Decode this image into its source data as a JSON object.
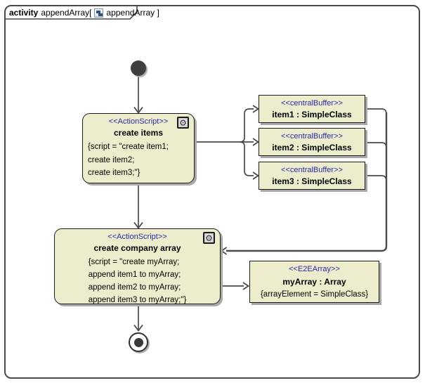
{
  "frame": {
    "keyword": "activity",
    "name": "appendArray[",
    "diagram_ref": "appendArray ]"
  },
  "nodes": {
    "create_items": {
      "stereotype": "<<ActionScript>>",
      "name": "create items",
      "script": [
        "{script = \"create item1;",
        "create item2;",
        "create item3;\"}"
      ]
    },
    "create_company_array": {
      "stereotype": "<<ActionScript>>",
      "name": "create company array",
      "script": [
        "{script = \"create myArray;",
        "append item1 to myArray;",
        "append item2 to myArray;",
        "append item3 to myArray;\"}"
      ]
    },
    "buffers": [
      {
        "stereotype": "<<centralBuffer>>",
        "name": "item1 : SimpleClass"
      },
      {
        "stereotype": "<<centralBuffer>>",
        "name": "item2 : SimpleClass"
      },
      {
        "stereotype": "<<centralBuffer>>",
        "name": "item3 : SimpleClass"
      }
    ],
    "my_array": {
      "stereotype": "<<E2EArray>>",
      "name": "myArray : Array",
      "constraint": "{arrayElement = SimpleClass}"
    }
  },
  "connections": [
    {
      "from": "initial-node",
      "to": "create items"
    },
    {
      "from": "create items",
      "to": "item1 : SimpleClass"
    },
    {
      "from": "create items",
      "to": "item2 : SimpleClass"
    },
    {
      "from": "create items",
      "to": "item3 : SimpleClass"
    },
    {
      "from": "create items",
      "to": "create company array"
    },
    {
      "from": "item1 : SimpleClass",
      "to": "create company array"
    },
    {
      "from": "item2 : SimpleClass",
      "to": "create company array"
    },
    {
      "from": "item3 : SimpleClass",
      "to": "create company array"
    },
    {
      "from": "create company array",
      "to": "myArray : Array"
    },
    {
      "from": "create company array",
      "to": "final-node"
    }
  ],
  "colors": {
    "node_fill": "#EDEDCD",
    "node_border": "#1C1C1C",
    "stereotype_text": "#2929A3",
    "connector": "#4A4A4A",
    "shadow": "#A9A9A9",
    "frame_border": "#4A4A4A"
  }
}
